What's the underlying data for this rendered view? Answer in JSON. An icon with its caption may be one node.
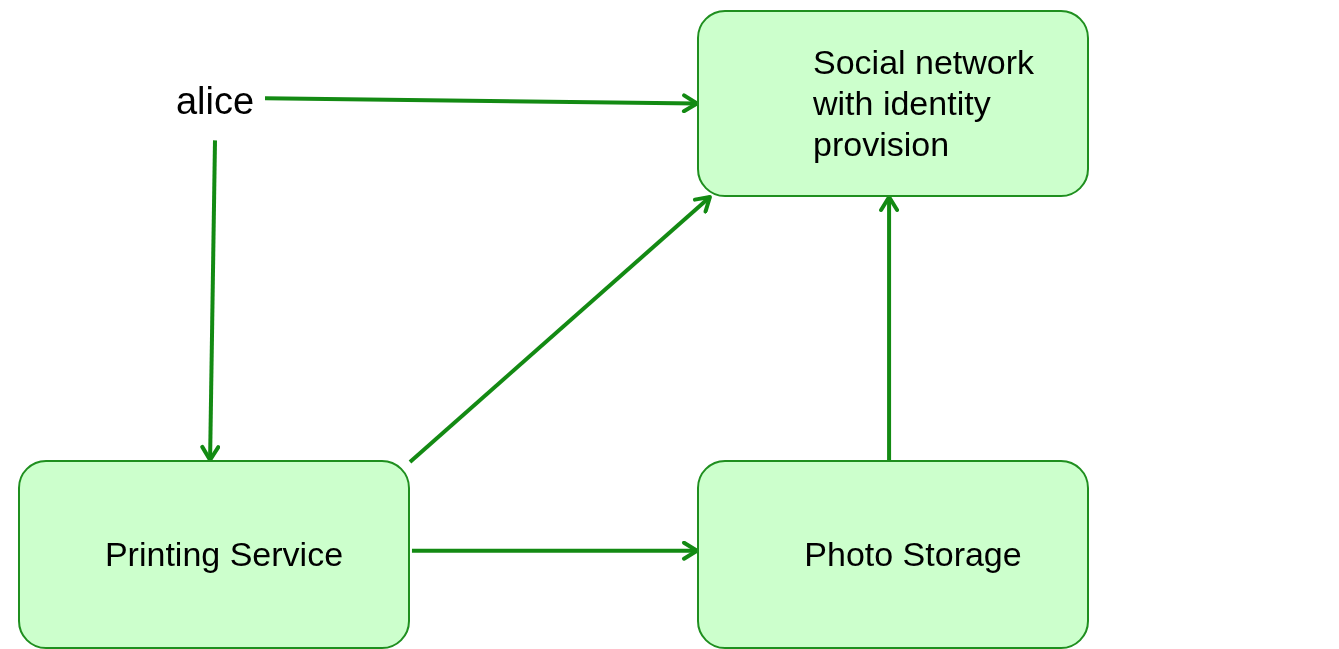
{
  "diagram": {
    "nodes": [
      {
        "text": [
          "alice"
        ]
      },
      {
        "text": [
          "Social network with identity provision"
        ]
      },
      {
        "text": [
          "Printing Service"
        ]
      },
      {
        "text": [
          "Photo Storage"
        ]
      }
    ],
    "edges": [
      {
        "from": 0,
        "to": 1,
        "arrow": "to"
      },
      {
        "from": 0,
        "to": 2,
        "arrow": "to"
      },
      {
        "from": 2,
        "to": 1,
        "arrow": "to"
      },
      {
        "from": 2,
        "to": 3,
        "arrow": "to"
      },
      {
        "from": 3,
        "to": 1,
        "arrow": "to"
      }
    ]
  }
}
